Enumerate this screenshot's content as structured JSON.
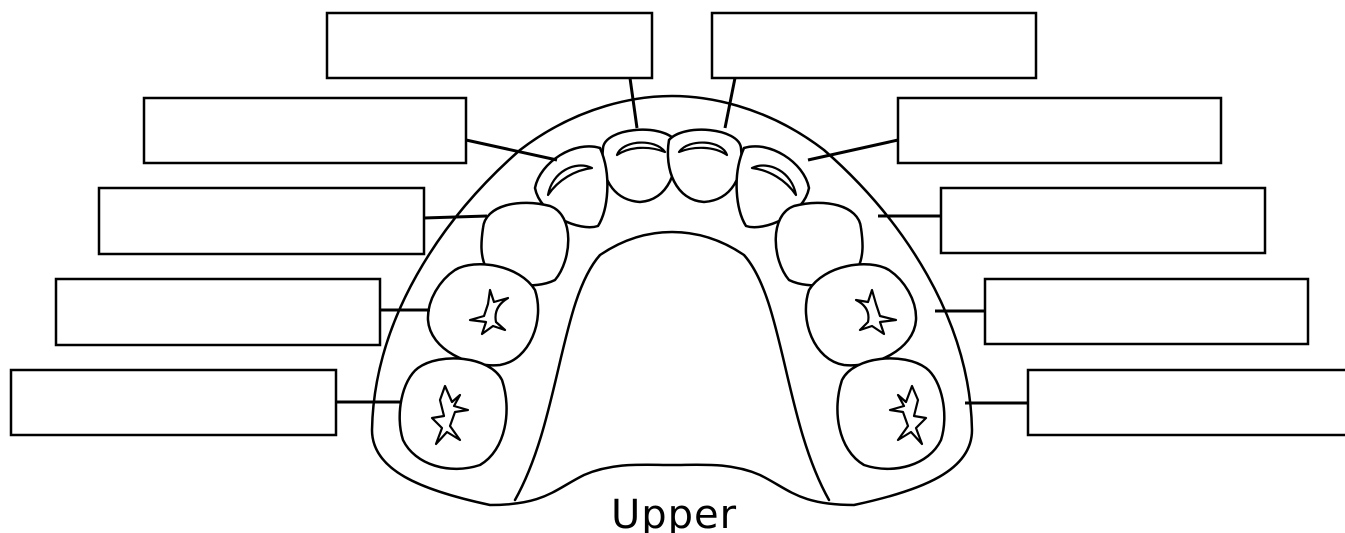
{
  "diagram": {
    "arch_label": "Upper",
    "colors": {
      "stroke": "#000000",
      "background": "#ffffff"
    },
    "label_boxes": [
      {
        "side": "left",
        "tooth": "central-incisor",
        "text": ""
      },
      {
        "side": "left",
        "tooth": "lateral-incisor",
        "text": ""
      },
      {
        "side": "left",
        "tooth": "canine",
        "text": ""
      },
      {
        "side": "left",
        "tooth": "first-molar",
        "text": ""
      },
      {
        "side": "left",
        "tooth": "second-molar",
        "text": ""
      },
      {
        "side": "right",
        "tooth": "central-incisor",
        "text": ""
      },
      {
        "side": "right",
        "tooth": "lateral-incisor",
        "text": ""
      },
      {
        "side": "right",
        "tooth": "canine",
        "text": ""
      },
      {
        "side": "right",
        "tooth": "first-molar",
        "text": ""
      },
      {
        "side": "right",
        "tooth": "second-molar",
        "text": ""
      }
    ]
  }
}
